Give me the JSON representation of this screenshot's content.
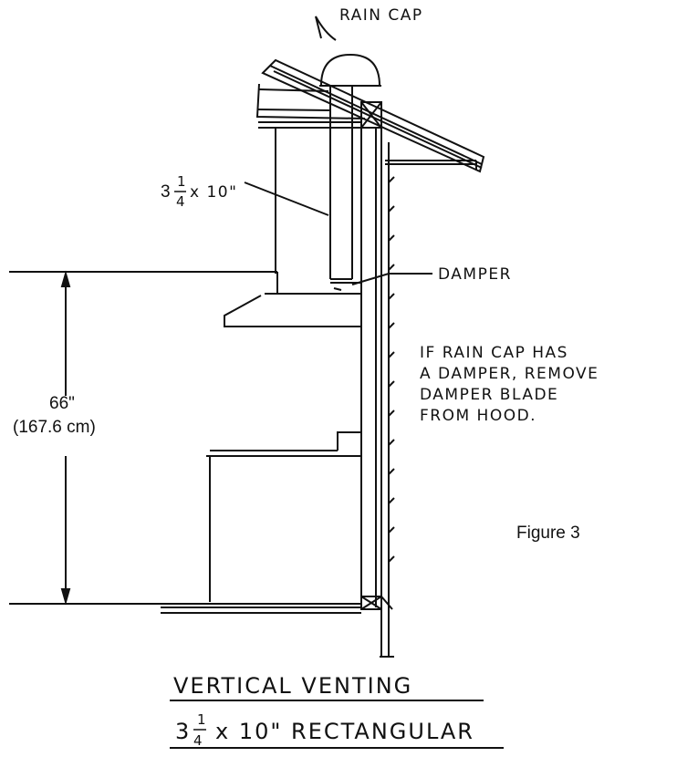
{
  "labels": {
    "rain_cap": "RAIN CAP",
    "duct_size": "x 10\"",
    "duct_size_whole": "3",
    "duct_size_num": "1",
    "duct_size_den": "4",
    "damper": "DAMPER",
    "height_in": "66\"",
    "height_cm": "(167.6 cm)",
    "note_lines": [
      "IF RAIN CAP HAS",
      "A DAMPER, REMOVE",
      "DAMPER BLADE",
      "FROM HOOD."
    ],
    "figure": "Figure 3"
  },
  "title": {
    "line1": "VERTICAL VENTING",
    "line2_whole": "3",
    "line2_num": "1",
    "line2_den": "4",
    "line2_rest": "x 10\" RECTANGULAR"
  }
}
